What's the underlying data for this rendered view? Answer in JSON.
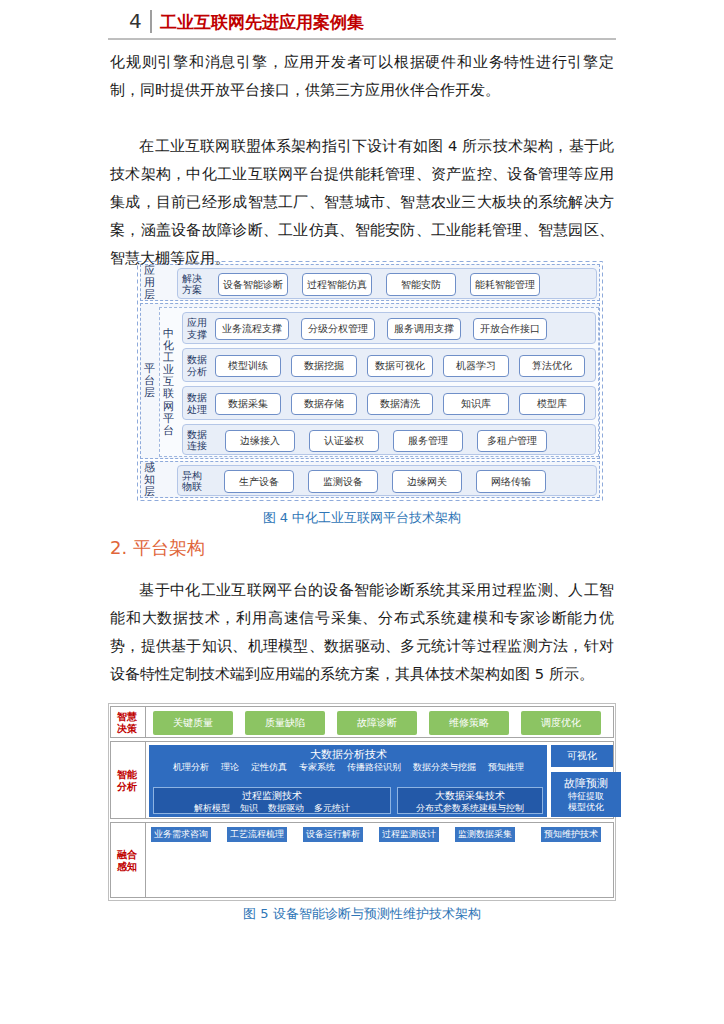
{
  "diagram": {
    "nodes": [
      {
        "text": [
          "应用层"
        ]
      },
      {
        "text": [
          "解决方案"
        ],
        "in": 0
      },
      {
        "text": [
          "设备智能诊断"
        ],
        "in": 1
      },
      {
        "text": [
          "过程智能仿真"
        ],
        "in": 1
      },
      {
        "text": [
          "智能安防"
        ],
        "in": 1
      },
      {
        "text": [
          "能耗智能管理"
        ],
        "in": 1
      },
      {
        "text": [
          "平台层"
        ]
      },
      {
        "text": [
          "中化工业互联网平台"
        ],
        "in": 6
      },
      {
        "text": [
          "应用支撑"
        ],
        "in": 7
      },
      {
        "text": [
          "业务流程支撑"
        ],
        "in": 8
      },
      {
        "text": [
          "分级分权管理"
        ],
        "in": 8
      },
      {
        "text": [
          "服务调用支撑"
        ],
        "in": 8
      },
      {
        "text": [
          "开放合作接口"
        ],
        "in": 8
      },
      {
        "text": [
          "数据分析"
        ],
        "in": 7
      },
      {
        "text": [
          "模型训练"
        ],
        "in": 13
      },
      {
        "text": [
          "数据挖掘"
        ],
        "in": 13
      },
      {
        "text": [
          "数据可视化"
        ],
        "in": 13
      },
      {
        "text": [
          "机器学习"
        ],
        "in": 13
      },
      {
        "text": [
          "算法优化"
        ],
        "in": 13
      },
      {
        "text": [
          "数据处理"
        ],
        "in": 7
      },
      {
        "text": [
          "数据采集"
        ],
        "in": 19
      },
      {
        "text": [
          "数据存储"
        ],
        "in": 19
      },
      {
        "text": [
          "数据清洗"
        ],
        "in": 19
      },
      {
        "text": [
          "知识库"
        ],
        "in": 19
      },
      {
        "text": [
          "模型库"
        ],
        "in": 19
      },
      {
        "text": [
          "数据连接"
        ],
        "in": 7
      },
      {
        "text": [
          "边缘接入"
        ],
        "in": 25
      },
      {
        "text": [
          "认证鉴权"
        ],
        "in": 25
      },
      {
        "text": [
          "服务管理"
        ],
        "in": 25
      },
      {
        "text": [
          "多租户管理"
        ],
        "in": 25
      },
      {
        "text": [
          "感知层"
        ]
      },
      {
        "text": [
          "异构物联"
        ],
        "in": 30
      },
      {
        "text": [
          "生产设备"
        ],
        "in": 31
      },
      {
        "text": [
          "监测设备"
        ],
        "in": 31
      },
      {
        "text": [
          "边缘网关"
        ],
        "in": 31
      },
      {
        "text": [
          "网络传输"
        ],
        "in": 31
      },
      {
        "text": [
          "智慧决策"
        ]
      },
      {
        "text": [
          "关键质量"
        ],
        "in": 36
      },
      {
        "text": [
          "质量缺陷"
        ],
        "in": 36
      },
      {
        "text": [
          "故障诊断"
        ],
        "in": 36
      },
      {
        "text": [
          "维修策略"
        ],
        "in": 36
      },
      {
        "text": [
          "调度优化"
        ],
        "in": 36
      },
      {
        "text": [
          "智能分析"
        ]
      },
      {
        "text": [
          "大数据分析技术",
          "机理分析",
          "理论",
          "定性仿真",
          "专家系统",
          "传播路径识别",
          "数据分类与挖掘",
          "预知推理"
        ],
        "in": 42
      },
      {
        "text": [
          "过程监测技术",
          "解析模型",
          "知识",
          "数据驱动",
          "多元统计"
        ],
        "in": 43
      },
      {
        "text": [
          "大数据采集技术",
          "分布式参数系统建模与控制"
        ],
        "in": 43
      },
      {
        "text": [
          "可视化"
        ],
        "in": 42
      },
      {
        "text": [
          "故障预测",
          "特征提取",
          "模型优化"
        ],
        "in": 42
      },
      {
        "text": [
          "融合感知"
        ]
      },
      {
        "text": [
          "业务需求咨询"
        ],
        "in": 48
      },
      {
        "text": [
          "工艺流程梳理"
        ],
        "in": 48
      },
      {
        "text": [
          "设备运行解析"
        ],
        "in": 48
      },
      {
        "text": [
          "过程监测设计"
        ],
        "in": 48
      },
      {
        "text": [
          "监测数据采集"
        ],
        "in": 48
      },
      {
        "text": [
          "预知维护技术"
        ],
        "in": 48
      }
    ],
    "edges": [
      {
        "from": 49,
        "to": 50,
        "arrow": "to"
      },
      {
        "from": 50,
        "to": 51,
        "arrow": "to"
      },
      {
        "from": 51,
        "to": 52,
        "arrow": "to"
      },
      {
        "from": 52,
        "to": 53,
        "arrow": "to"
      },
      {
        "from": 53,
        "to": 54,
        "arrow": "to"
      }
    ],
    "labels": [
      "4",
      "工业互联网先进应用案例集",
      "化规则引擎和消息引擎，应用开发者可以根据硬件和业务特性进行引擎定制，同时提供开放平台接口，供第三方应用伙伴合作开发。",
      "在工业互联网联盟体系架构指引下设计有如图 4 所示技术架构，基于此技术架构，中化工业互联网平台提供能耗管理、资产监控、设备管理等应用集成，目前已经形成智慧工厂、智慧城市、智慧农业三大板块的系统解决方案，涵盖设备故障诊断、工业仿真、智能安防、工业能耗管理、智慧园区、智慧大棚等应用。",
      "图 4 中化工业互联网平台技术架构",
      "2. 平台架构",
      "基于中化工业互联网平台的设备智能诊断系统其采用过程监测、人工智能和大数据技术，利用高速信号采集、分布式系统建模和专家诊断能力优势，提供基于知识、机理模型、数据驱动、多元统计等过程监测方法，针对设备特性定制技术端到应用端的系统方案，其具体技术架构如图 5 所示。",
      "图 5 设备智能诊断与预测性维护技术架构"
    ]
  }
}
